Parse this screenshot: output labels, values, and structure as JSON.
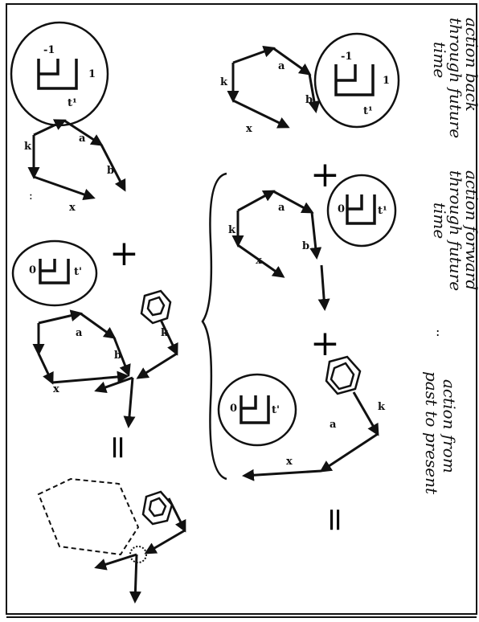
{
  "operators": {
    "top_left": {
      "top": "-1",
      "bottom": "t¹",
      "front": "1"
    },
    "top_mid": {
      "top": "0",
      "bottom": "t'"
    },
    "top_right": {
      "top": "-1",
      "bottom": "t¹",
      "front": "1"
    },
    "mid_right": {
      "top": "0",
      "bottom": "t¹"
    },
    "bottom_right": {
      "top": "0",
      "bottom": "t'"
    }
  },
  "vector_labels": {
    "k": "k",
    "a": "a",
    "b": "b",
    "x": "x"
  },
  "equals": "=",
  "plus": "+",
  "colon": ":",
  "captions": {
    "back": [
      "action back",
      "through future",
      "time"
    ],
    "forward": [
      "action forward",
      "through future",
      "time"
    ],
    "present": [
      "action from",
      "past to present"
    ]
  }
}
